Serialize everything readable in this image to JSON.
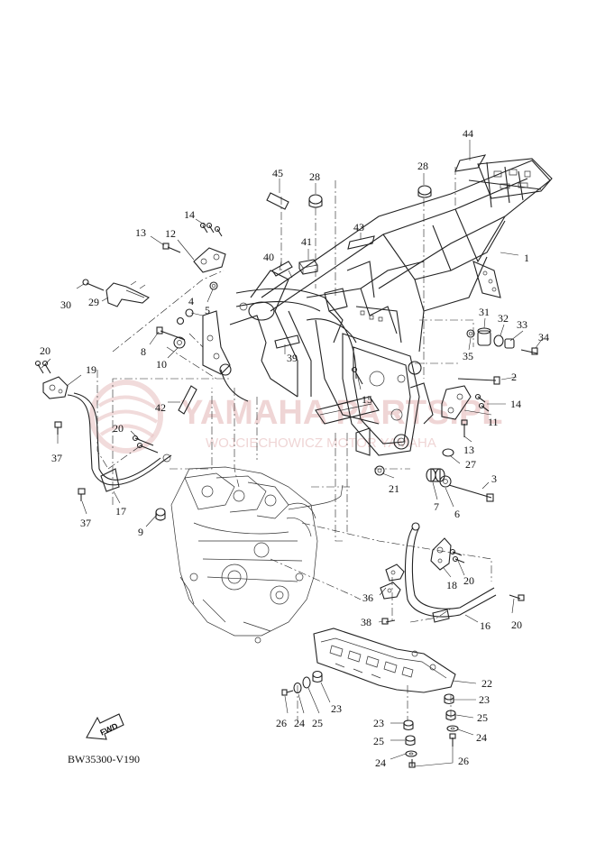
{
  "diagram": {
    "code": "BW35300-V190",
    "fwd_label": "FWD",
    "watermark": {
      "main": "YAMAHA PARTS.PL",
      "sub": "WOJCIECHOWICZ MOTOR YAMAHA"
    },
    "part_labels": {
      "p1": "1",
      "p2": "2",
      "p3": "3",
      "p4": "4",
      "p5": "5",
      "p6": "6",
      "p7": "7",
      "p8": "8",
      "p9": "9",
      "p10": "10",
      "p11": "11",
      "p12": "12",
      "p13a": "13",
      "p13b": "13",
      "p14a": "14",
      "p14b": "14",
      "p15": "15",
      "p16": "16",
      "p17": "17",
      "p18": "18",
      "p19": "19",
      "p20a": "20",
      "p20b": "20",
      "p20c": "20",
      "p20d": "20",
      "p21": "21",
      "p22": "22",
      "p23a": "23",
      "p23b": "23",
      "p23c": "23",
      "p24a": "24",
      "p24b": "24",
      "p24c": "24",
      "p25a": "25",
      "p25b": "25",
      "p25c": "25",
      "p26a": "26",
      "p26b": "26",
      "p27": "27",
      "p28a": "28",
      "p28b": "28",
      "p29": "29",
      "p30": "30",
      "p31": "31",
      "p32": "32",
      "p33": "33",
      "p34": "34",
      "p35": "35",
      "p36": "36",
      "p37a": "37",
      "p37b": "37",
      "p38": "38",
      "p39": "39",
      "p40": "40",
      "p41": "41",
      "p42": "42",
      "p43": "43",
      "p44": "44",
      "p45": "45"
    }
  }
}
